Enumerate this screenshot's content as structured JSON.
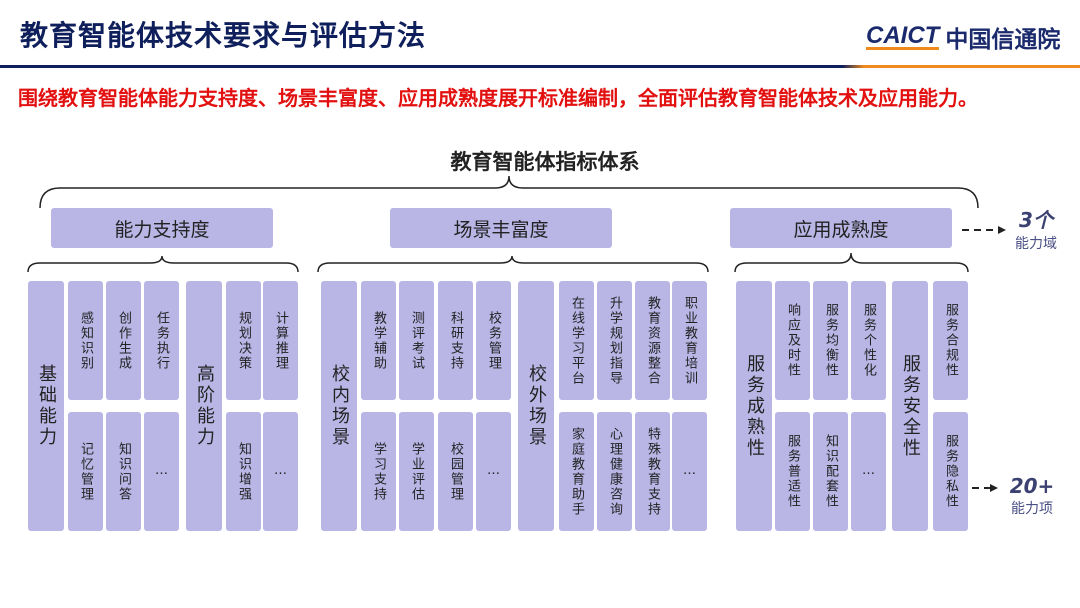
{
  "header": {
    "title": "教育智能体技术要求与评估方法",
    "logo_en": "CAICT",
    "logo_cn": "中国信通院"
  },
  "intro": "围绕教育智能体能力支持度、场景丰富度、应用成熟度展开标准编制，全面评估教育智能体技术及应用能力。",
  "system_title": "教育智能体指标体系",
  "domains": [
    {
      "label": "能力支持度",
      "groups": [
        {
          "label": "基础能力",
          "top": [
            "感知识别",
            "创作生成",
            "任务执行"
          ],
          "bottom": [
            "记忆管理",
            "知识问答",
            "…"
          ]
        },
        {
          "label": "高阶能力",
          "top": [
            "规划决策",
            "计算推理"
          ],
          "bottom": [
            "知识增强",
            "…"
          ]
        }
      ]
    },
    {
      "label": "场景丰富度",
      "groups": [
        {
          "label": "校内场景",
          "top": [
            "教学辅助",
            "测评考试",
            "科研支持",
            "校务管理"
          ],
          "bottom": [
            "学习支持",
            "学业评估",
            "校园管理",
            "…"
          ]
        },
        {
          "label": "校外场景",
          "top": [
            "在线学习平台",
            "升学规划指导",
            "教育资源整合",
            "职业教育培训"
          ],
          "bottom": [
            "家庭教育助手",
            "心理健康咨询",
            "特殊教育支持",
            "…"
          ]
        }
      ]
    },
    {
      "label": "应用成熟度",
      "groups": [
        {
          "label": "服务成熟性",
          "top": [
            "响应及时性",
            "服务均衡性",
            "服务个性化"
          ],
          "bottom": [
            "服务普适性",
            "知识配套性",
            "…"
          ]
        },
        {
          "label": "服务安全性",
          "top": [
            "服务合规性"
          ],
          "bottom": [
            "服务隐私性"
          ]
        }
      ]
    }
  ],
  "notes": {
    "domains_count": "3个",
    "domains_label": "能力域",
    "items_count": "20+",
    "items_label": "能力项"
  }
}
